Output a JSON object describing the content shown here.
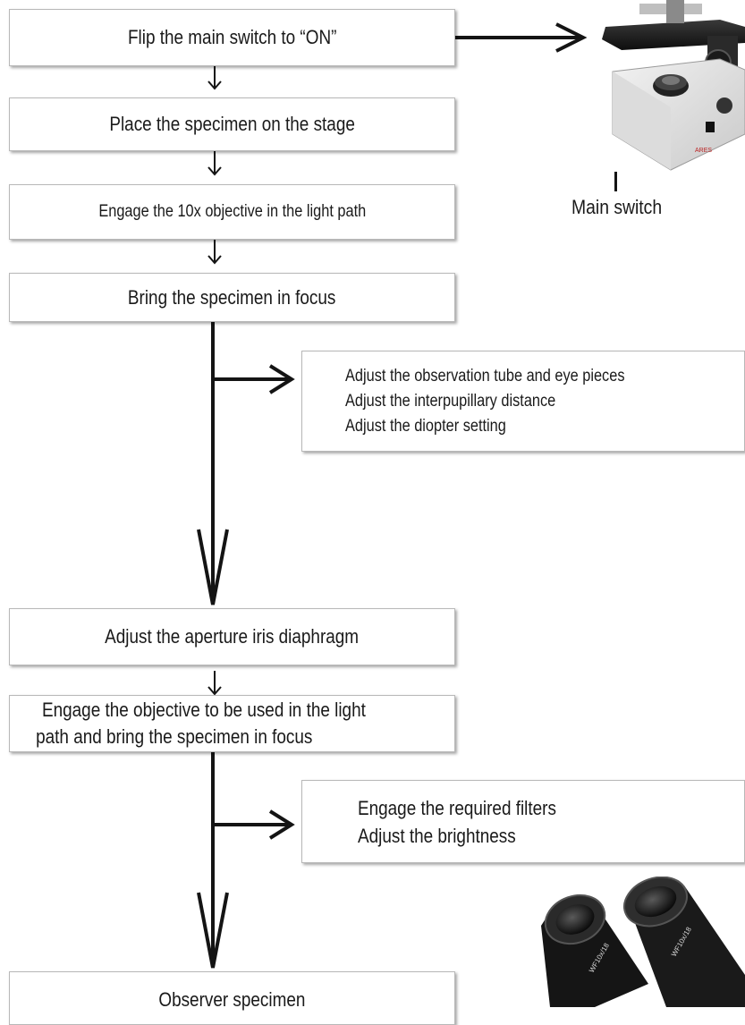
{
  "steps": [
    "Flip the main switch to “ON”",
    "Place the specimen on the stage",
    "Engage the 10x objective in the light path",
    "Bring the specimen in focus",
    "Adjust the aperture iris diaphragm",
    "Engage the objective to be used in the light path and bring the specimen in focus",
    "Observer specimen"
  ],
  "step6_lines": [
    "Engage the objective to be used in the light",
    "path and bring the specimen in focus"
  ],
  "side_notes_1": [
    "Adjust the observation tube and eye pieces",
    "Adjust the interpupillary distance",
    "Adjust the diopter setting"
  ],
  "side_notes_2": [
    "Engage the required filters",
    "Adjust the brightness"
  ],
  "main_switch_label": "Main switch",
  "colors": {
    "line": "#141414",
    "box_border": "#b8b8b8"
  }
}
